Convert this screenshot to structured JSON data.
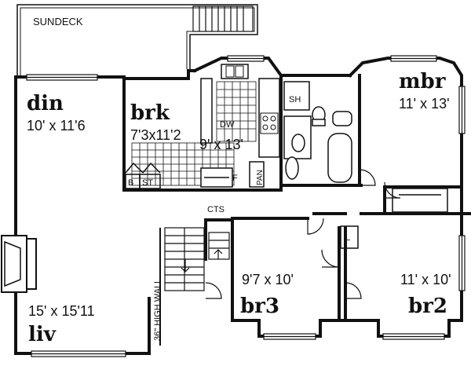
{
  "labels": {
    "sundeck": "SUNDECK",
    "cts": "CTS",
    "high_wall": "36\" HIGH WALL",
    "sh": "SH",
    "dw": "DW",
    "pan": "PAN",
    "f": "F",
    "b": "B",
    "st": "ST",
    "l": "L"
  },
  "rooms": {
    "din": {
      "name": "din",
      "dims": "10' x 11'6"
    },
    "brk": {
      "name": "brk",
      "dims": "7'3x11'2"
    },
    "kit": {
      "dims": "9' x 13'"
    },
    "mbr": {
      "name": "mbr",
      "dims": "11' x 13'"
    },
    "liv": {
      "name": "liv",
      "dims": "15' x 15'11"
    },
    "br3": {
      "name": "br3",
      "dims": "9'7 x 10'"
    },
    "br2": {
      "name": "br2",
      "dims": "11' x 10'"
    }
  }
}
